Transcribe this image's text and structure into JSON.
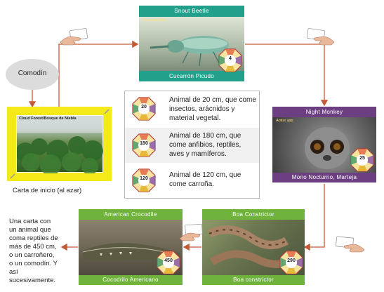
{
  "wildcard_label": "Comodín",
  "start_caption": "Carta de inicio (al azar)",
  "end_caption": "Una carta con un animal que coma reptiles de más de 450 cm, o un carroñero, o un comodín. Y así sucesivamente.",
  "cards": {
    "cloud_forest": {
      "title": "Cloud Forest/Bosque de Niebla"
    },
    "snout_beetle": {
      "title": "Snout Beetle",
      "sci": "Curculionidae",
      "subtitle": "Cucarrón Picudo",
      "badge": "4"
    },
    "night_monkey": {
      "title": "Night Monkey",
      "sci": "Aotus spp.",
      "subtitle": "Mono Nocturno, Marteja",
      "badge": "25"
    },
    "american_crocodile": {
      "title": "American Crocodile",
      "subtitle": "Cocodrilo Americano",
      "badge": "450"
    },
    "boa_constrictor": {
      "title": "Boa Constrictor",
      "subtitle": "Boa constrictor",
      "badge": "290"
    }
  },
  "rules": [
    {
      "badge": "20",
      "text": "Animal de 20 cm, que come insectos, arácnidos y material vegetal."
    },
    {
      "badge": "180",
      "text": "Animal de 180 cm, que come anfibios, reptiles, aves y mamíferos."
    },
    {
      "badge": "120",
      "text": "Animal de 120 cm, que come carroña."
    }
  ],
  "colors": {
    "teal": "#23a08c",
    "purple": "#6c3f83",
    "green": "#6fb33c",
    "yellow": "#f4ea1a",
    "wildcard": "#dcdcdc"
  },
  "icons": [
    "hand-holding-card-icon",
    "arrow-icon",
    "size-diet-medallion-icon"
  ]
}
